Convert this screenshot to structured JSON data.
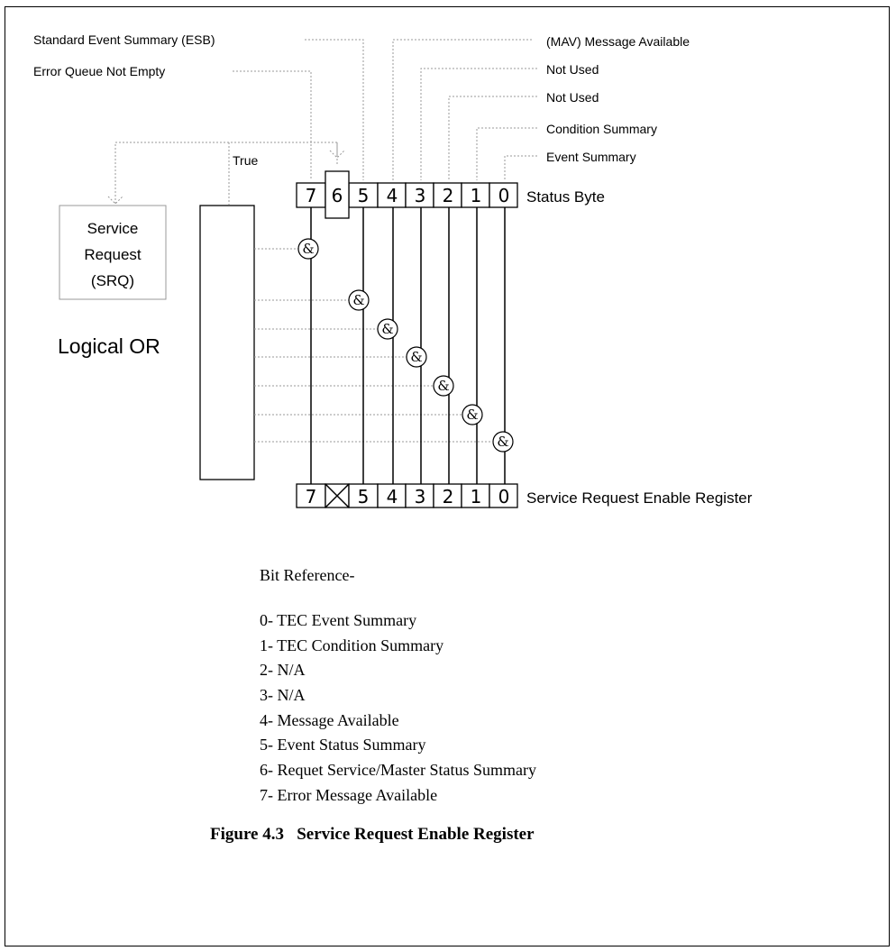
{
  "labels_left": {
    "esb": "Standard Event Summary (ESB)",
    "error_queue": "Error Queue Not Empty"
  },
  "labels_right": {
    "mav": "(MAV) Message Available",
    "not_used_1": "Not Used",
    "not_used_2": "Not Used",
    "condition_summary": "Condition Summary",
    "event_summary": "Event Summary"
  },
  "true_label": "True",
  "service_request": [
    "Service",
    "Request",
    "(SRQ)"
  ],
  "logical_or": "Logical OR",
  "status_byte": {
    "label": "Status Byte",
    "bits": [
      "7",
      "6",
      "5",
      "4",
      "3",
      "2",
      "1",
      "0"
    ]
  },
  "enable_register": {
    "label": "Service Request Enable Register",
    "bits": [
      "7",
      "",
      "5",
      "4",
      "3",
      "2",
      "1",
      "0"
    ]
  },
  "gate_symbol": "&",
  "bit_reference": {
    "title": "Bit Reference-",
    "items": [
      "0- TEC Event Summary",
      "1- TEC Condition Summary",
      "2- N/A",
      "3- N/A",
      "4- Message Available",
      "5- Event Status Summary",
      "6- Requet Service/Master Status Summary",
      "7- Error Message Available"
    ]
  },
  "caption": "Figure 4.3   Service Request Enable Register"
}
